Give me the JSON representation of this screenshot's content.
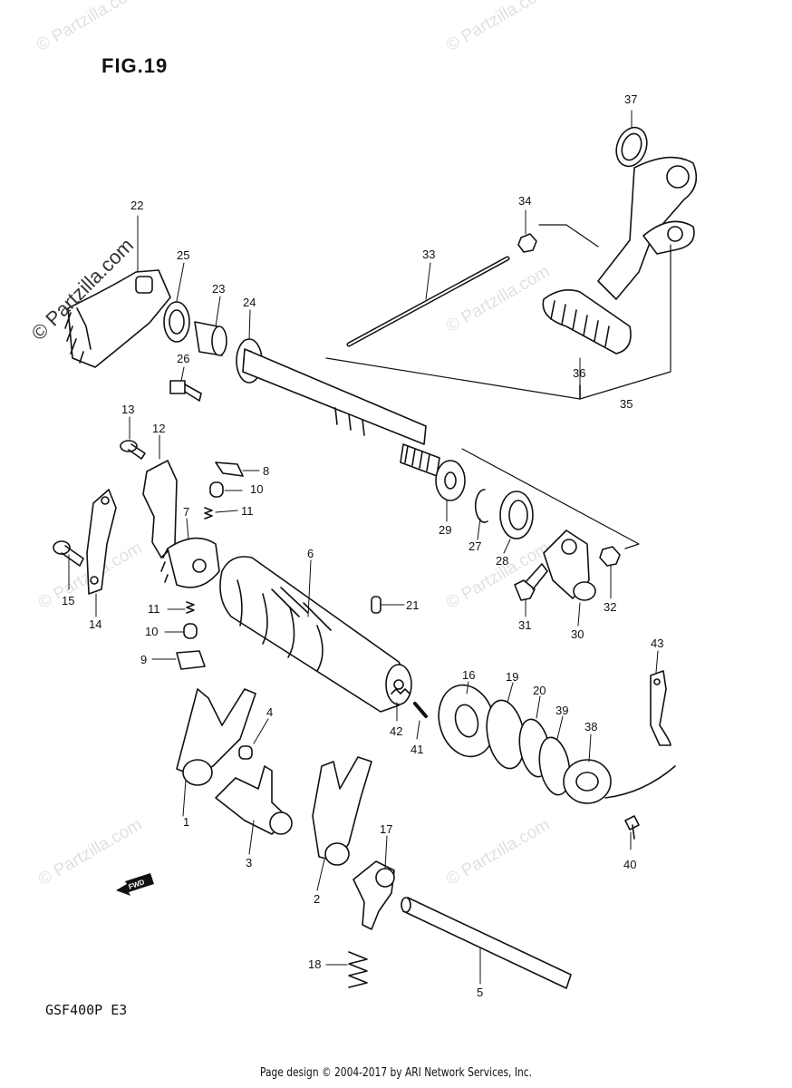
{
  "figure_title": "FIG.19",
  "model_code": "GSF400P  E3",
  "footer_text": "Page design © 2004-2017 by ARI Network Services, Inc.",
  "fwd_label": "FWD",
  "watermark_primary": "© Partzilla.com",
  "watermark_faint": "© Partzilla.com",
  "callouts": {
    "c1": "1",
    "c2": "2",
    "c3": "3",
    "c4": "4",
    "c5": "5",
    "c6": "6",
    "c7": "7",
    "c8": "8",
    "c9": "9",
    "c10a": "10",
    "c10b": "10",
    "c11a": "11",
    "c11b": "11",
    "c12": "12",
    "c13": "13",
    "c14": "14",
    "c15": "15",
    "c16": "16",
    "c17": "17",
    "c18": "18",
    "c19": "19",
    "c20": "20",
    "c21": "21",
    "c22": "22",
    "c23": "23",
    "c24": "24",
    "c25": "25",
    "c26": "26",
    "c27": "27",
    "c28": "28",
    "c29": "29",
    "c30": "30",
    "c31": "31",
    "c32": "32",
    "c33": "33",
    "c34": "34",
    "c35": "35",
    "c36": "36",
    "c37": "37",
    "c38": "38",
    "c39": "39",
    "c40": "40",
    "c41": "41",
    "c42": "42",
    "c43": "43"
  }
}
